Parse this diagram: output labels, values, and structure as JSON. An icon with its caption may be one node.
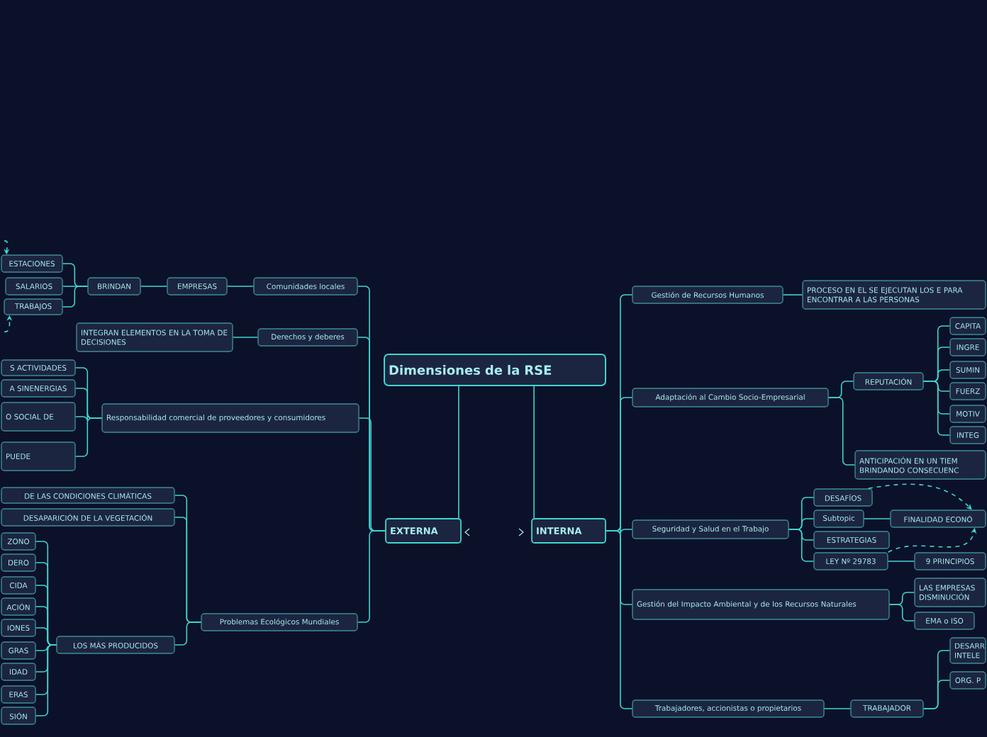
{
  "diagram": {
    "nodes": [
      {
        "text": [
          "Dimensiones de la RSE"
        ]
      },
      {
        "text": [
          "EXTERNA"
        ]
      },
      {
        "text": [
          "INTERNA"
        ]
      },
      {
        "text": [
          "Comunidades locales"
        ]
      },
      {
        "text": [
          "EMPRESAS"
        ]
      },
      {
        "text": [
          "BRINDAN"
        ]
      },
      {
        "text": [
          "ESTACIONES"
        ]
      },
      {
        "text": [
          "SALARIOS"
        ]
      },
      {
        "text": [
          "TRABAJOS"
        ]
      },
      {
        "text": [
          "Derechos y deberes"
        ]
      },
      {
        "text": [
          "INTEGRAN ELEMENTOS EN LA TOMA DE DECISIONES"
        ]
      },
      {
        "text": [
          "Responsabilidad comercial de proveedores y consumidores"
        ]
      },
      {
        "text": [
          "S ACTIVIDADES"
        ]
      },
      {
        "text": [
          "A SINENERGIAS"
        ]
      },
      {
        "text": [
          "O SOCIAL DE"
        ]
      },
      {
        "text": [
          "PUEDE"
        ]
      },
      {
        "text": [
          "Problemas Ecológicos Mundiales"
        ]
      },
      {
        "text": [
          "DE LAS CONDICIONES CLIMÁTICAS"
        ]
      },
      {
        "text": [
          "DESAPARICIÓN DE LA VEGETACIÓN"
        ]
      },
      {
        "text": [
          "LOS MÁS PRODUCIDOS"
        ]
      },
      {
        "text": [
          "ZONO"
        ]
      },
      {
        "text": [
          "DERO"
        ]
      },
      {
        "text": [
          "CIDA"
        ]
      },
      {
        "text": [
          "ACIÓN"
        ]
      },
      {
        "text": [
          "IONES"
        ]
      },
      {
        "text": [
          "GRAS"
        ]
      },
      {
        "text": [
          "IDAD"
        ]
      },
      {
        "text": [
          "ERAS"
        ]
      },
      {
        "text": [
          "SIÓN"
        ]
      },
      {
        "text": [
          "Gestión de Recursos Humanos"
        ]
      },
      {
        "text": [
          "PROCESO EN EL SE EJECUTAN LOS E PARA ENCONTRAR A LAS PERSONAS"
        ]
      },
      {
        "text": [
          "Adaptación al Cambio Socio-Empresarial"
        ]
      },
      {
        "text": [
          "REPUTACIÓN"
        ]
      },
      {
        "text": [
          "CAPITA"
        ]
      },
      {
        "text": [
          "INGRE"
        ]
      },
      {
        "text": [
          "SUMIN"
        ]
      },
      {
        "text": [
          "FUERZ"
        ]
      },
      {
        "text": [
          "MOTIV"
        ]
      },
      {
        "text": [
          "INTEG"
        ]
      },
      {
        "text": [
          "ANTICIPACIÓN EN UN TIEM BRINDANDO CONSECUENC"
        ]
      },
      {
        "text": [
          "Seguridad y Salud en el Trabajo"
        ]
      },
      {
        "text": [
          "DESAFÍOS"
        ]
      },
      {
        "text": [
          "Subtopic"
        ]
      },
      {
        "text": [
          "FINALIDAD ECONÓ"
        ]
      },
      {
        "text": [
          "ESTRATEGIAS"
        ]
      },
      {
        "text": [
          "LEY Nº 29783"
        ]
      },
      {
        "text": [
          "9 PRINCIPIOS"
        ]
      },
      {
        "text": [
          "Gestión del Impacto Ambiental y de los Recursos Naturales"
        ]
      },
      {
        "text": [
          "LAS EMPRESAS DISMINUCIÓN"
        ]
      },
      {
        "text": [
          "EMA o ISO"
        ]
      },
      {
        "text": [
          "Trabajadores, accionistas o propietarios"
        ]
      },
      {
        "text": [
          "TRABAJADOR"
        ]
      },
      {
        "text": [
          "DESARR INTELE"
        ]
      },
      {
        "text": [
          "ORG. P"
        ]
      }
    ],
    "edges": [
      {
        "from": 0,
        "to": 1,
        "arrow": "none"
      },
      {
        "from": 0,
        "to": 2,
        "arrow": "none"
      },
      {
        "from": 1,
        "to": 3,
        "arrow": "none"
      },
      {
        "from": 3,
        "to": 4,
        "arrow": "none"
      },
      {
        "from": 4,
        "to": 5,
        "arrow": "none"
      },
      {
        "from": 5,
        "to": 6,
        "arrow": "none"
      },
      {
        "from": 5,
        "to": 7,
        "arrow": "none"
      },
      {
        "from": 5,
        "to": 8,
        "arrow": "none"
      },
      {
        "from": 1,
        "to": 9,
        "arrow": "none"
      },
      {
        "from": 9,
        "to": 10,
        "arrow": "none"
      },
      {
        "from": 1,
        "to": 11,
        "arrow": "none"
      },
      {
        "from": 11,
        "to": 12,
        "arrow": "none"
      },
      {
        "from": 11,
        "to": 13,
        "arrow": "none"
      },
      {
        "from": 11,
        "to": 14,
        "arrow": "none"
      },
      {
        "from": 11,
        "to": 15,
        "arrow": "none"
      },
      {
        "from": 1,
        "to": 16,
        "arrow": "none"
      },
      {
        "from": 16,
        "to": 17,
        "arrow": "none"
      },
      {
        "from": 16,
        "to": 18,
        "arrow": "none"
      },
      {
        "from": 16,
        "to": 19,
        "arrow": "none"
      },
      {
        "from": 19,
        "to": 20,
        "arrow": "none"
      },
      {
        "from": 19,
        "to": 21,
        "arrow": "none"
      },
      {
        "from": 19,
        "to": 22,
        "arrow": "none"
      },
      {
        "from": 19,
        "to": 23,
        "arrow": "none"
      },
      {
        "from": 19,
        "to": 24,
        "arrow": "none"
      },
      {
        "from": 19,
        "to": 25,
        "arrow": "none"
      },
      {
        "from": 19,
        "to": 26,
        "arrow": "none"
      },
      {
        "from": 19,
        "to": 27,
        "arrow": "none"
      },
      {
        "from": 19,
        "to": 28,
        "arrow": "none"
      },
      {
        "from": 2,
        "to": 29,
        "arrow": "none"
      },
      {
        "from": 29,
        "to": 30,
        "arrow": "none"
      },
      {
        "from": 2,
        "to": 31,
        "arrow": "none"
      },
      {
        "from": 31,
        "to": 32,
        "arrow": "none"
      },
      {
        "from": 32,
        "to": 33,
        "arrow": "none"
      },
      {
        "from": 32,
        "to": 34,
        "arrow": "none"
      },
      {
        "from": 32,
        "to": 35,
        "arrow": "none"
      },
      {
        "from": 32,
        "to": 36,
        "arrow": "none"
      },
      {
        "from": 32,
        "to": 37,
        "arrow": "none"
      },
      {
        "from": 32,
        "to": 38,
        "arrow": "none"
      },
      {
        "from": 31,
        "to": 39,
        "arrow": "none"
      },
      {
        "from": 2,
        "to": 40,
        "arrow": "none"
      },
      {
        "from": 40,
        "to": 41,
        "arrow": "none"
      },
      {
        "from": 40,
        "to": 42,
        "arrow": "none"
      },
      {
        "from": 42,
        "to": 43,
        "arrow": "none"
      },
      {
        "from": 40,
        "to": 44,
        "arrow": "none"
      },
      {
        "from": 40,
        "to": 45,
        "arrow": "none"
      },
      {
        "from": 45,
        "to": 46,
        "arrow": "none"
      },
      {
        "from": 2,
        "to": 47,
        "arrow": "none"
      },
      {
        "from": 47,
        "to": 48,
        "arrow": "none"
      },
      {
        "from": 47,
        "to": 49,
        "arrow": "none"
      },
      {
        "from": 2,
        "to": 50,
        "arrow": "none"
      },
      {
        "from": 50,
        "to": 51,
        "arrow": "none"
      },
      {
        "from": 51,
        "to": 52,
        "arrow": "none"
      },
      {
        "from": 51,
        "to": 53,
        "arrow": "none"
      },
      {
        "from": null,
        "to": 6,
        "arrow": "to",
        "style": "dashed"
      },
      {
        "from": null,
        "to": 8,
        "arrow": "to",
        "style": "dashed"
      },
      {
        "from": 41,
        "to": 43,
        "arrow": "to",
        "style": "dashed"
      },
      {
        "from": 45,
        "to": 43,
        "arrow": "to",
        "style": "dashed"
      }
    ]
  }
}
